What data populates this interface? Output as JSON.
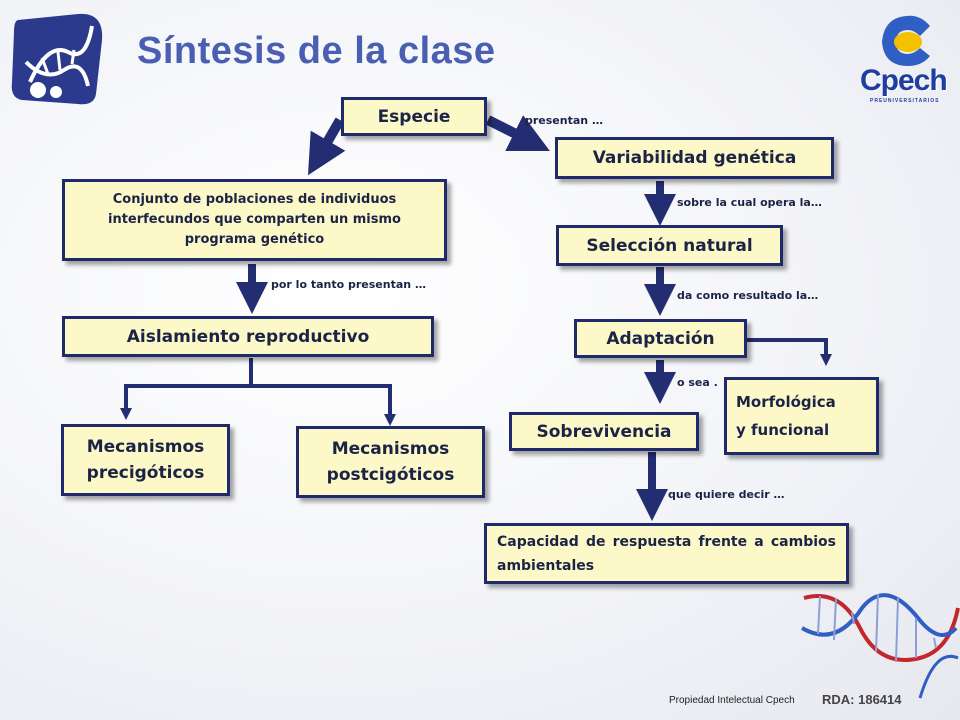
{
  "title": "Síntesis de la clase",
  "logo": {
    "brand": "Cpech",
    "subtitle": "PREUNIVERSITARIOS",
    "icon": "dna-mother-child-icon"
  },
  "colors": {
    "box_fill": "#fdf8c7",
    "box_border": "#1f2a6b",
    "arrow": "#232d72",
    "title": "#4a5fb2"
  },
  "nodes": {
    "especie": "Especie",
    "conjunto": "Conjunto de poblaciones de individuos interfecundos que comparten un mismo programa genético",
    "aislamiento": "Aislamiento reproductivo",
    "precigoticos": "Mecanismos precigóticos",
    "postcigoticos": "Mecanismos postcigóticos",
    "variabilidad": "Variabilidad genética",
    "seleccion": "Selección natural",
    "adaptacion": "Adaptación",
    "sobrevivencia": "Sobrevivencia",
    "morfologica": "Morfológica",
    "funcional": "y funcional",
    "capacidad": "Capacidad de respuesta frente a cambios ambientales"
  },
  "edge_labels": {
    "presentan": "presentan …",
    "sobre_la_cual": "sobre la cual opera  la…",
    "por_lo_tanto": "por lo tanto presentan …",
    "da_como": "da como resultado la…",
    "o_sea": "o sea .",
    "que_quiere": "que quiere decir …"
  },
  "footer": {
    "property": "Propiedad Intelectual Cpech",
    "rda": "RDA: 186414"
  }
}
